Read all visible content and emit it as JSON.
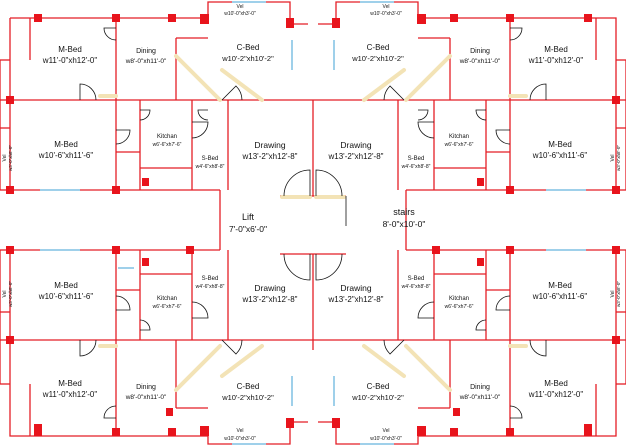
{
  "rooms": {
    "tl_mbed": {
      "name": "M-Bed",
      "size": "w11'-0\"xh12'-0\""
    },
    "tl_dining": {
      "name": "Dining",
      "size": "w8'-0\"xh11'-0\""
    },
    "tl_cbed": {
      "name": "C-Bed",
      "size": "w10'-2\"xh10'-2\""
    },
    "tl_vel_top": {
      "name": "Vel",
      "size": "w10'-0\"xh3'-0\""
    },
    "tl_mbed2": {
      "name": "M-Bed",
      "size": "w10'-6\"xh11'-6\""
    },
    "tl_kitchen": {
      "name": "Kitchan",
      "size": "w6'-6\"xh7'-6\""
    },
    "tl_sbed": {
      "name": "S-Bed",
      "size": "w4'-6\"xh8'-8\""
    },
    "tl_drawing": {
      "name": "Drawing",
      "size": "w13'-2\"xh12'-8\""
    },
    "tl_vel_side": {
      "name": "Vel",
      "size": "w3'-0\"xh8'-0\""
    },
    "tr_mbed": {
      "name": "M-Bed",
      "size": "w11'-0\"xh12'-0\""
    },
    "tr_dining": {
      "name": "Dining",
      "size": "w8'-0\"xh11'-0\""
    },
    "tr_cbed": {
      "name": "C-Bed",
      "size": "w10'-2\"xh10'-2\""
    },
    "tr_vel_top": {
      "name": "Vel",
      "size": "w10'-0\"xh3'-0\""
    },
    "tr_mbed2": {
      "name": "M-Bed",
      "size": "w10'-6\"xh11'-6\""
    },
    "tr_kitchen": {
      "name": "Kitchan",
      "size": "w6'-6\"xh7'-6\""
    },
    "tr_sbed": {
      "name": "S-Bed",
      "size": "w4'-6\"xh8'-8\""
    },
    "tr_drawing": {
      "name": "Drawing",
      "size": "w13'-2\"xh12'-8\""
    },
    "tr_vel_side": {
      "name": "Vel",
      "size": "w3'-0\"xh8'-0\""
    },
    "lift": {
      "name": "Lift",
      "size": "7'-0\"x6'-0\""
    },
    "stairs": {
      "name": "stairs",
      "size": "8'-0\"x10'-0\""
    },
    "bl_mbed2": {
      "name": "M-Bed",
      "size": "w10'-6\"xh11'-6\""
    },
    "bl_kitchen": {
      "name": "Kitchan",
      "size": "w6'-6\"xh7'-6\""
    },
    "bl_sbed": {
      "name": "S-Bed",
      "size": "w4'-6\"xh8'-8\""
    },
    "bl_drawing": {
      "name": "Drawing",
      "size": "w13'-2\"xh12'-8\""
    },
    "bl_mbed": {
      "name": "M-Bed",
      "size": "w11'-0\"xh12'-0\""
    },
    "bl_dining": {
      "name": "Dining",
      "size": "w8'-0\"xh11'-0\""
    },
    "bl_cbed": {
      "name": "C-Bed",
      "size": "w10'-2\"xh10'-2\""
    },
    "bl_vel_bottom": {
      "name": "Vel",
      "size": "w10'-0\"xh3'-0\""
    },
    "bl_vel_side": {
      "name": "Vel",
      "size": "w3'-0\"xh8'-0\""
    },
    "br_mbed2": {
      "name": "M-Bed",
      "size": "w10'-6\"xh11'-6\""
    },
    "br_kitchen": {
      "name": "Kitchan",
      "size": "w6'-6\"xh7'-6\""
    },
    "br_sbed": {
      "name": "S-Bed",
      "size": "w4'-6\"xh8'-8\""
    },
    "br_drawing": {
      "name": "Drawing",
      "size": "w13'-2\"xh12'-8\""
    },
    "br_mbed": {
      "name": "M-Bed",
      "size": "w11'-0\"xh12'-0\""
    },
    "br_dining": {
      "name": "Dining",
      "size": "w8'-0\"xh11'-0\""
    },
    "br_cbed": {
      "name": "C-Bed",
      "size": "w10'-2\"xh10'-2\""
    },
    "br_vel_bottom": {
      "name": "Vel",
      "size": "w10'-0\"xh3'-0\""
    },
    "br_vel_side": {
      "name": "Vel",
      "size": "w3'-0\"xh8'-0\""
    }
  },
  "colors": {
    "wall": "#e41e26",
    "column": "#e8141c",
    "door_frame": "#f3e3b6",
    "window": "#9fd0ea",
    "background": "#ffffff",
    "text": "#111111"
  }
}
